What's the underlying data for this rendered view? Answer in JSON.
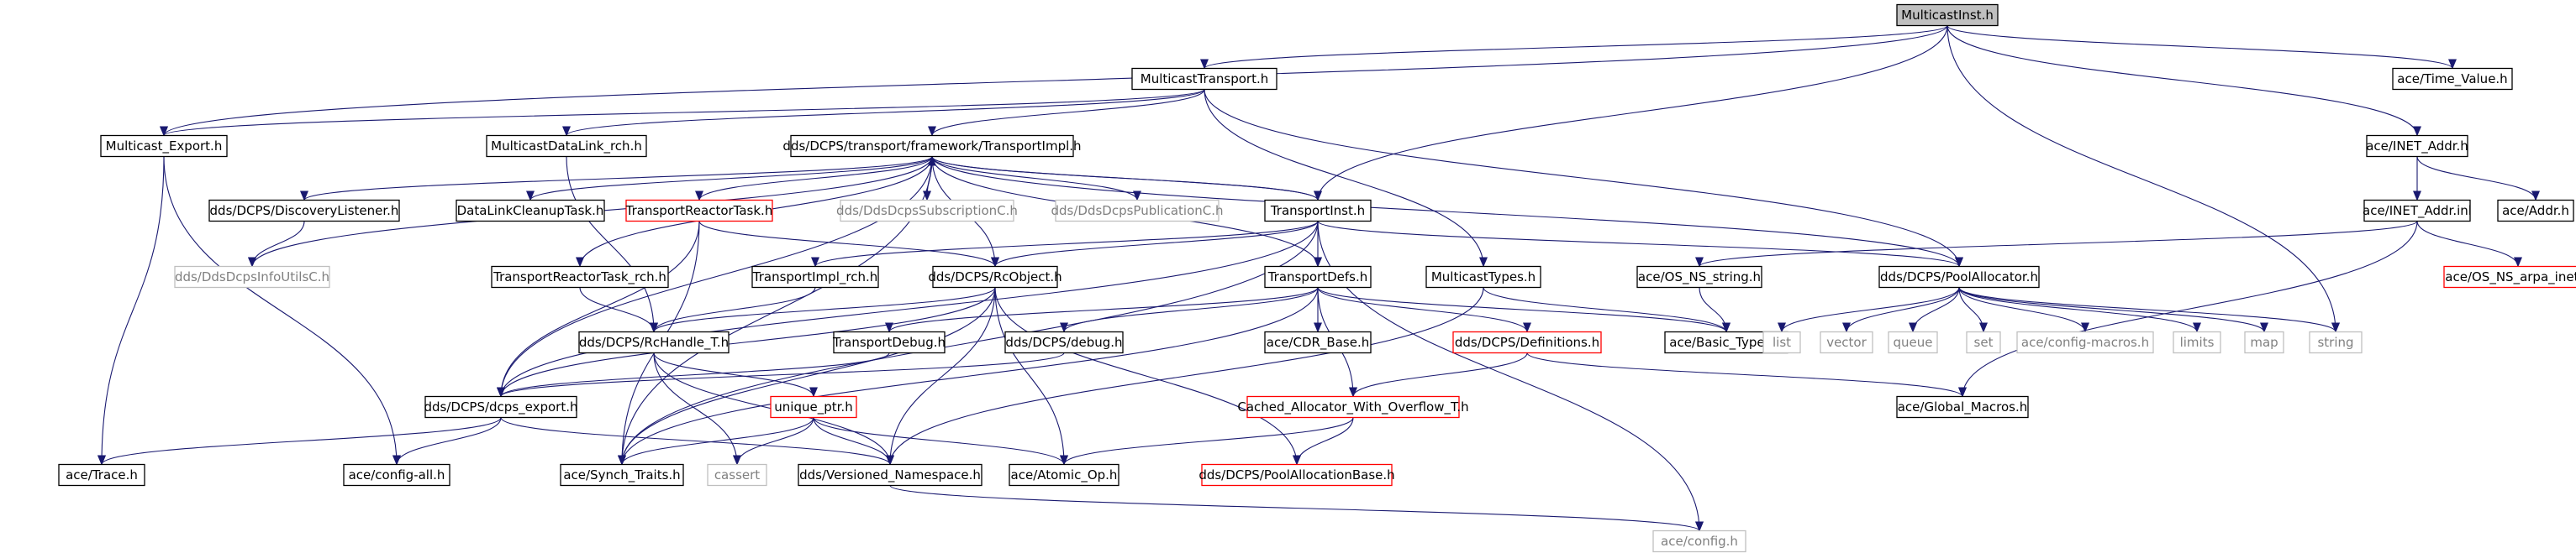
{
  "colors": {
    "edge": "#191970",
    "node_border_default": "#000000",
    "node_border_missing": "#bfbfbf",
    "node_border_truncated": "#ff0000",
    "root_fill": "#bfbfbf",
    "text": "#000000",
    "text_missing": "#808080"
  },
  "nodes": {
    "multicastinst_h": "MulticastInst.h",
    "multicasttransport_h": "MulticastTransport.h",
    "ace_time_value_h": "ace/Time_Value.h",
    "multicast_export_h": "Multicast_Export.h",
    "multicastdatalink_rch_h": "MulticastDataLink_rch.h",
    "transportimpl_h": "dds/DCPS/transport/framework/TransportImpl.h",
    "ace_inet_addr_h": "ace/INET_Addr.h",
    "discoverylistener_h": "dds/DCPS/DiscoveryListener.h",
    "datalinkcleanuptask_h": "DataLinkCleanupTask.h",
    "transportreactortask_h": "TransportReactorTask.h",
    "ddsdcpssubscriptionc_h": "dds/DdsDcpsSubscriptionC.h",
    "ddsdcpspublicationc_h": "dds/DdsDcpsPublicationC.h",
    "transportinst_h": "TransportInst.h",
    "ace_inet_addr_inl": "ace/INET_Addr.inl",
    "ace_addr_h": "ace/Addr.h",
    "ddsdcpsinfoutilsc_h": "dds/DdsDcpsInfoUtilsC.h",
    "transportreactortask_rch_h": "TransportReactorTask_rch.h",
    "transportimpl_rch_h": "TransportImpl_rch.h",
    "rcobject_h": "dds/DCPS/RcObject.h",
    "transportdefs_h": "TransportDefs.h",
    "multicasttypes_h": "MulticastTypes.h",
    "ace_os_ns_string_h": "ace/OS_NS_string.h",
    "poolallocator_h": "dds/DCPS/PoolAllocator.h",
    "ace_os_ns_arpa_inet_h": "ace/OS_NS_arpa_inet.h",
    "rchandle_t_h": "dds/DCPS/RcHandle_T.h",
    "transportdebug_h": "TransportDebug.h",
    "debug_h": "dds/DCPS/debug.h",
    "ace_cdr_base_h": "ace/CDR_Base.h",
    "definitions_h": "dds/DCPS/Definitions.h",
    "ace_basic_types_h": "ace/Basic_Types.h",
    "list": "list",
    "vector": "vector",
    "queue": "queue",
    "set": "set",
    "ace_config_macros_h": "ace/config-macros.h",
    "limits": "limits",
    "map": "map",
    "string": "string",
    "dcps_export_h": "dds/DCPS/dcps_export.h",
    "unique_ptr_h": "unique_ptr.h",
    "cached_allocator_h": "Cached_Allocator_With_Overflow_T.h",
    "ace_global_macros_h": "ace/Global_Macros.h",
    "ace_trace_h": "ace/Trace.h",
    "ace_config_all_h": "ace/config-all.h",
    "ace_synch_traits_h": "ace/Synch_Traits.h",
    "cassert": "cassert",
    "versioned_namespace_h": "dds/Versioned_Namespace.h",
    "ace_atomic_op_h": "ace/Atomic_Op.h",
    "poolallocationbase_h": "dds/DCPS/PoolAllocationBase.h",
    "ace_config_h": "ace/config.h"
  }
}
